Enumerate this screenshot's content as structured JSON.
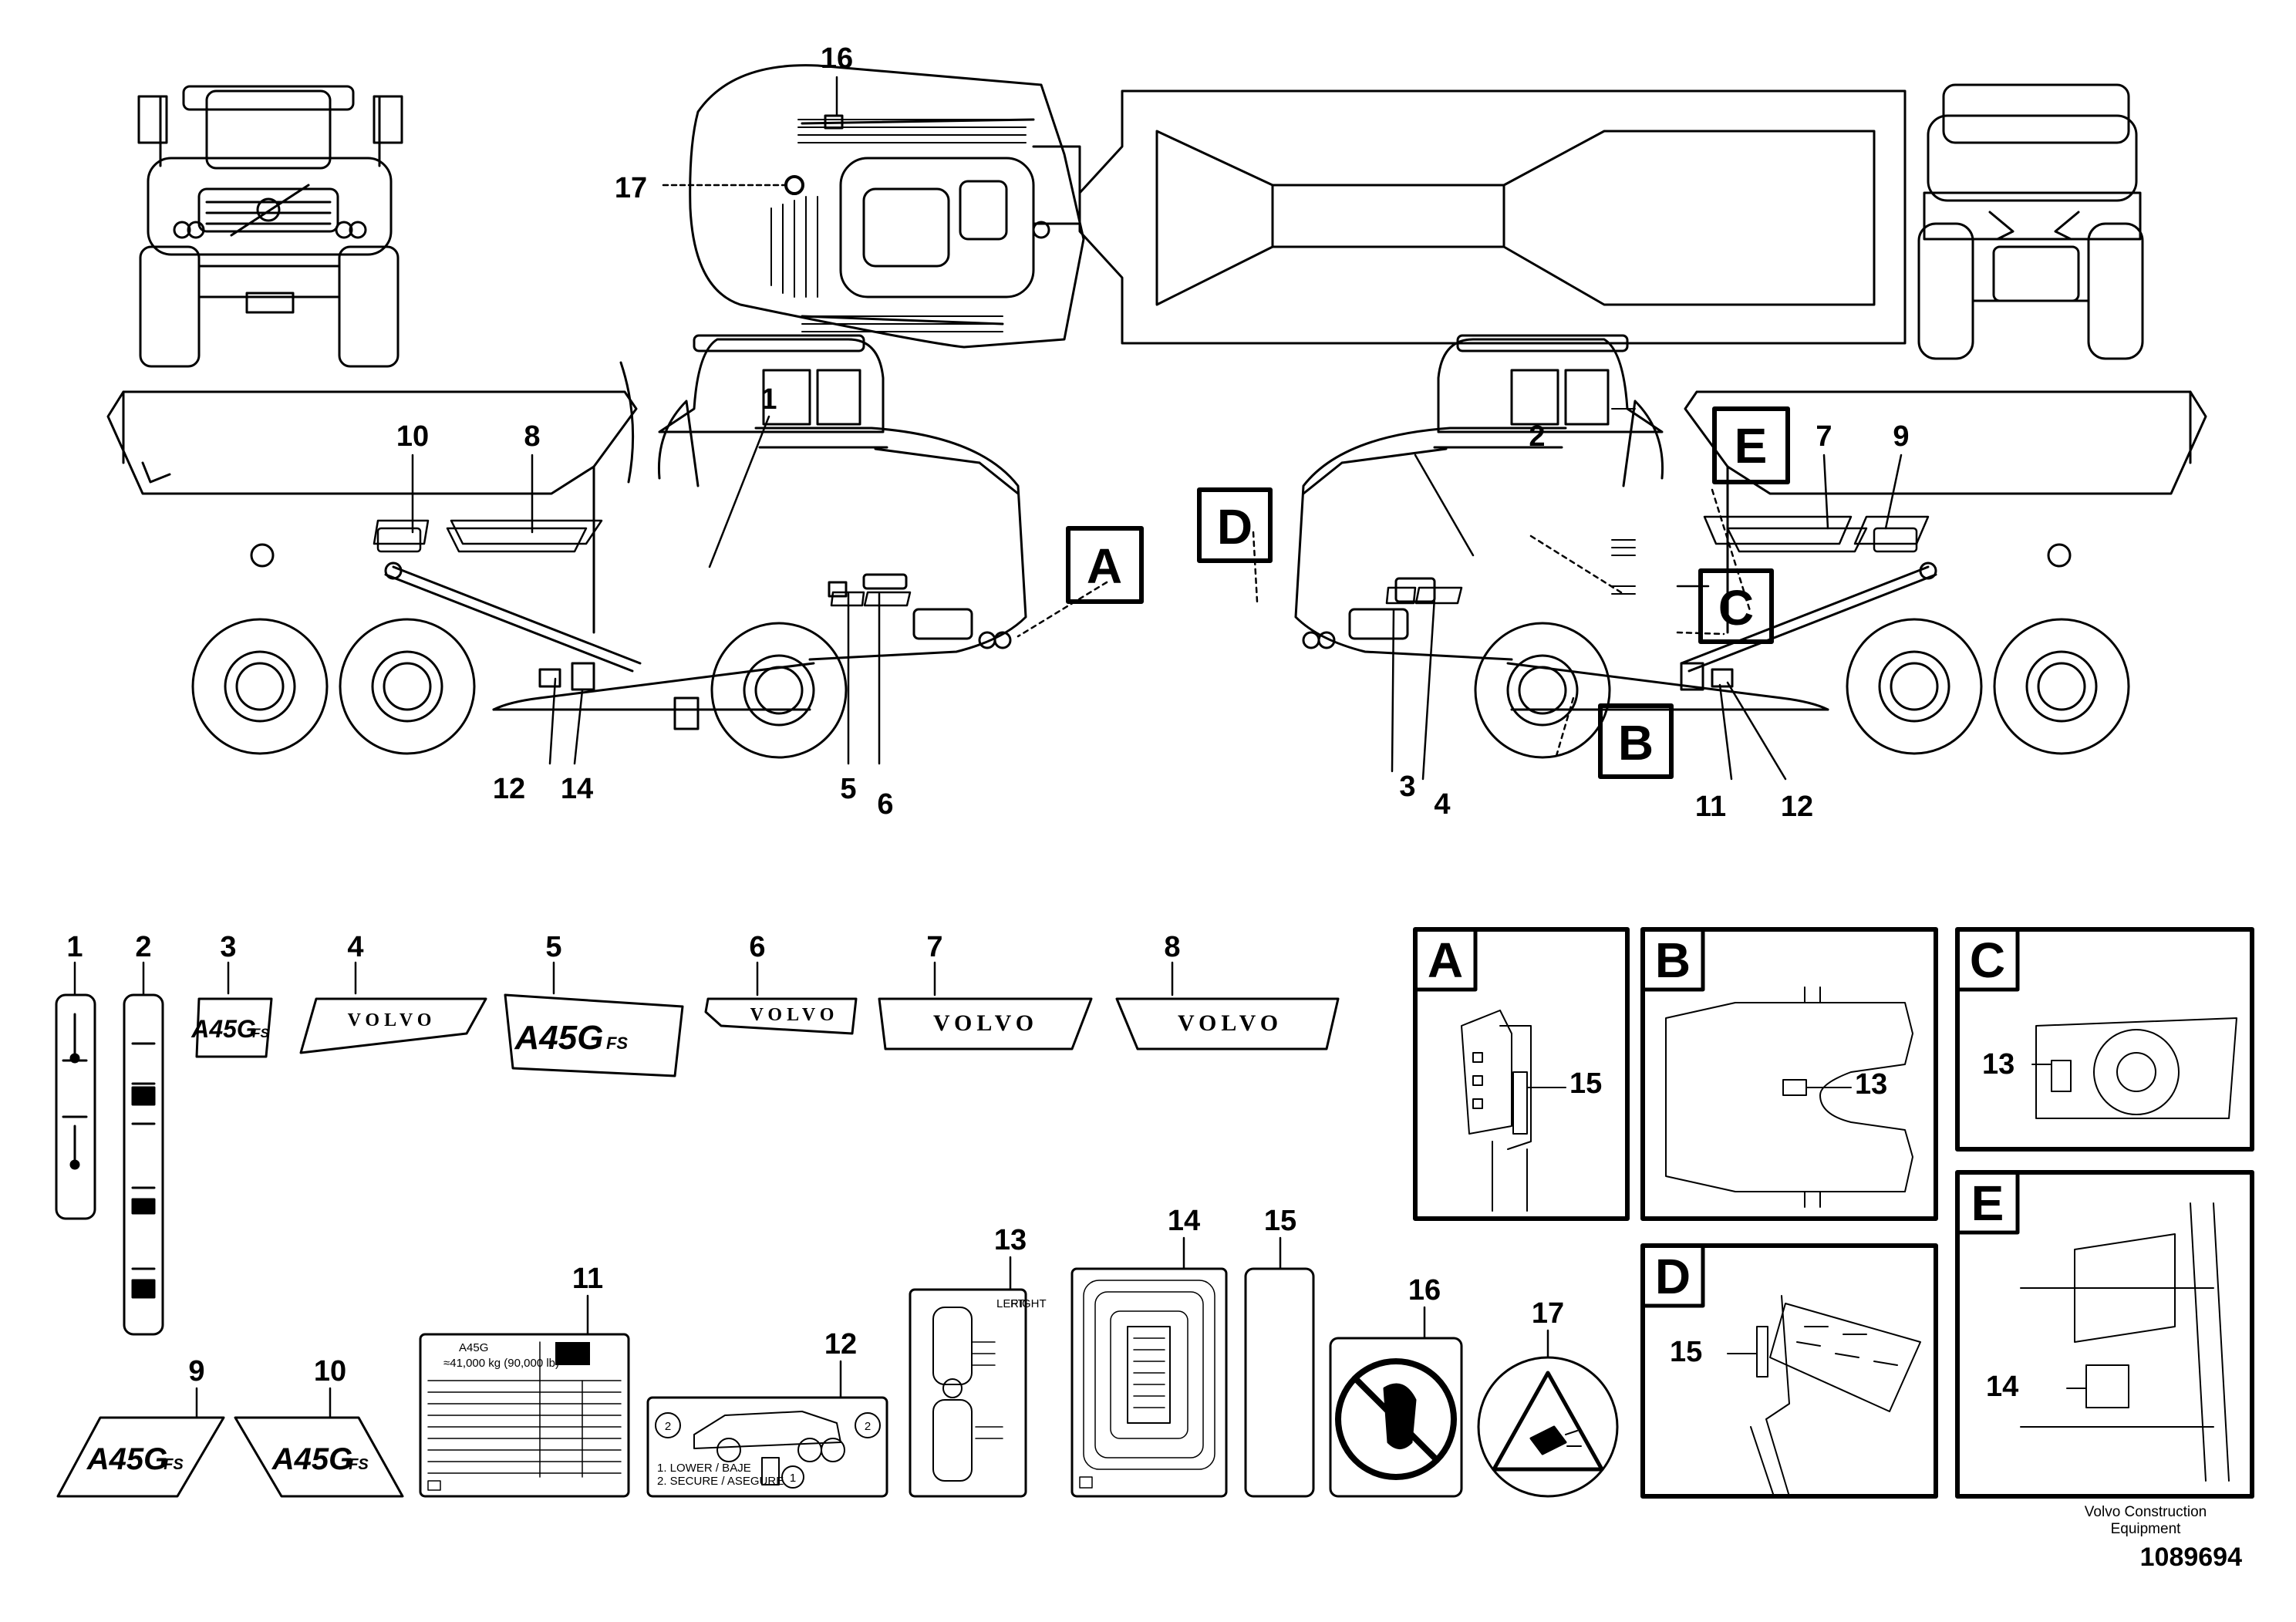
{
  "callouts": {
    "c1": "1",
    "c2": "2",
    "c3": "3",
    "c4": "4",
    "c5": "5",
    "c6": "6",
    "c7": "7",
    "c8": "8",
    "c9": "9",
    "c10": "10",
    "c11": "11",
    "c12": "12",
    "c13": "13",
    "c14": "14",
    "c15": "15",
    "c16": "16",
    "c17": "17"
  },
  "views": {
    "A": "A",
    "B": "B",
    "C": "C",
    "D": "D",
    "E": "E"
  },
  "decals": {
    "model": "A45G",
    "model_suffix": "FS",
    "model_label": "A45G",
    "brand": "VOLVO"
  },
  "plate11": {
    "title": "A45G",
    "weight": "≈41,000 kg (90,000 lb)"
  },
  "plate12": {
    "step1": "1. LOWER / BAJE",
    "step2": "2. SECURE / ASEGURE",
    "n1": "1",
    "n2": "2"
  },
  "plate13": {
    "left": "LEFT",
    "right": "RIGHT"
  },
  "footer": {
    "company_line1": "Volvo Construction",
    "company_line2": "Equipment",
    "doc_number": "1089694"
  },
  "colors": {
    "line": "#000000",
    "background": "#ffffff",
    "fill_gray": "#dddddd"
  }
}
